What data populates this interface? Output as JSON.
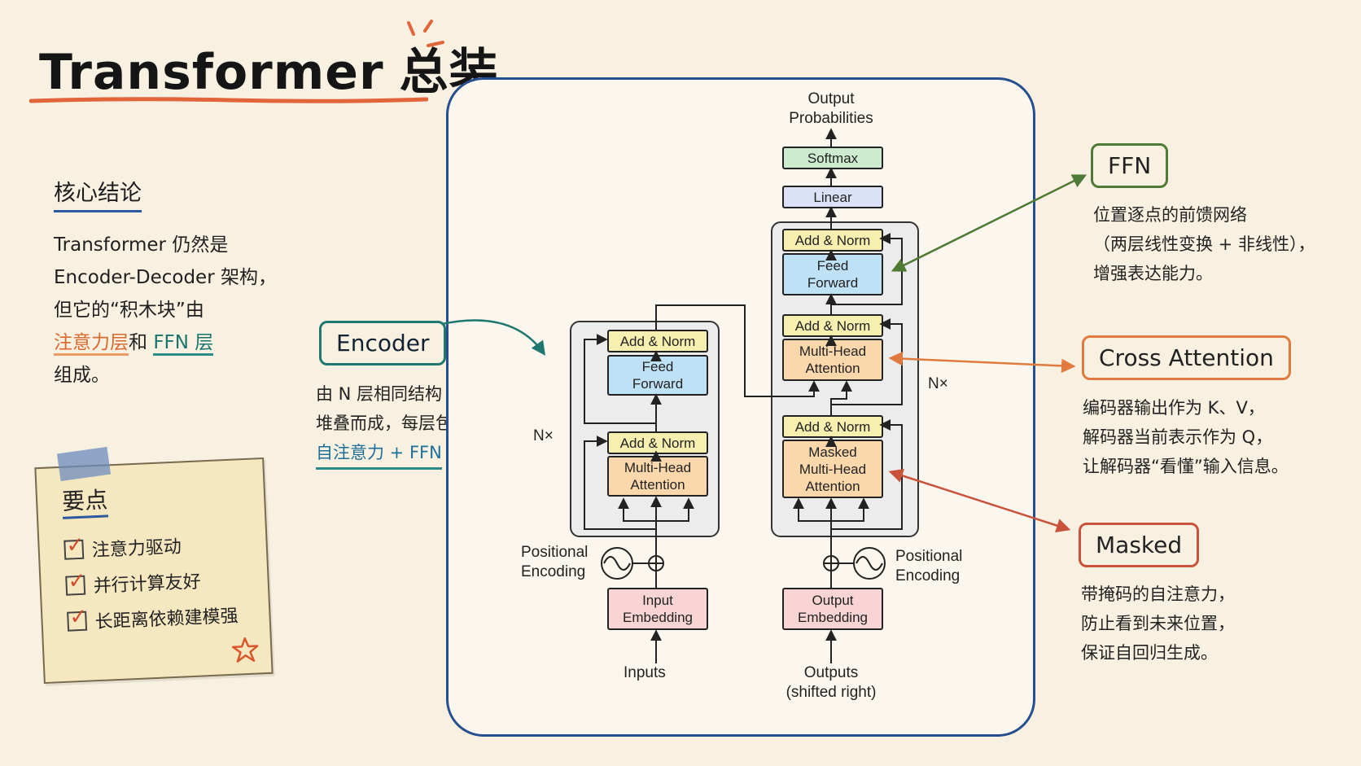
{
  "title": {
    "main": "Transformer",
    "suffix": "总装"
  },
  "core": {
    "heading": "核心结论",
    "lines": [
      "Transformer 仍然是",
      "Encoder-Decoder 架构，",
      "但它的“积木块”由"
    ],
    "attention_layer": "注意力层",
    "and": "和",
    "ffn_layer": "FFN 层",
    "composed": "组成。"
  },
  "key_points": {
    "heading": "要点",
    "items": [
      "注意力驱动",
      "并行计算友好",
      "长距离依赖建模强"
    ]
  },
  "encoder_callout": {
    "label": "Encoder",
    "lines": [
      "由 N 层相同结构",
      "堆叠而成，每层包含："
    ],
    "formula": "自注意力 + FFN"
  },
  "ffn_callout": {
    "label": "FFN",
    "lines": [
      "位置逐点的前馈网络",
      "（两层线性变换 + 非线性），",
      "增强表达能力。"
    ]
  },
  "cross_callout": {
    "label": "Cross Attention",
    "lines": [
      "编码器输出作为 K、V，",
      "解码器当前表示作为 Q，",
      "让解码器“看懂”输入信息。"
    ]
  },
  "masked_callout": {
    "label": "Masked",
    "lines": [
      "带掩码的自注意力，",
      "防止看到未来位置，",
      "保证自回归生成。"
    ]
  },
  "diagram": {
    "output_probs": "Output\nProbabilities",
    "softmax": "Softmax",
    "linear": "Linear",
    "add_norm": "Add & Norm",
    "feed_forward": "Feed\nForward",
    "multi_head": "Multi-Head\nAttention",
    "masked_multi_head": "Masked\nMulti-Head\nAttention",
    "nx": "N×",
    "positional_encoding": "Positional\nEncoding",
    "input_embedding": "Input\nEmbedding",
    "output_embedding": "Output\nEmbedding",
    "inputs": "Inputs",
    "outputs": "Outputs\n(shifted right)"
  },
  "colors": {
    "frame": "#264f8f",
    "orange_accent": "#d9692d",
    "teal_accent": "#18746c",
    "green_accent": "#4e7a35",
    "cross_accent": "#e07a3e",
    "masked_accent": "#c9523a"
  }
}
